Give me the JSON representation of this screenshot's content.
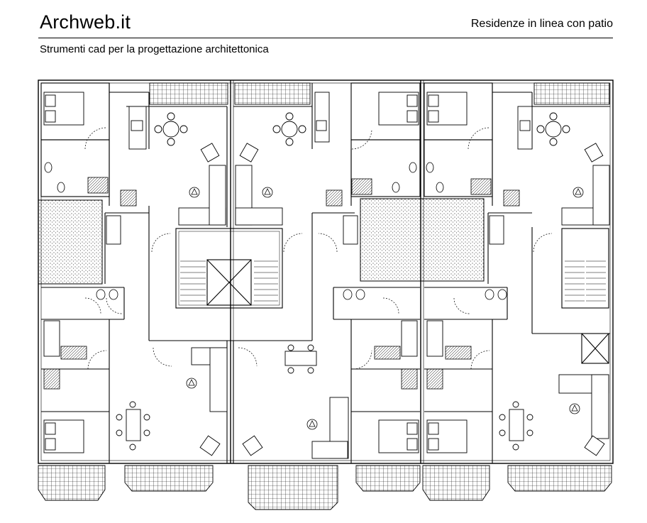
{
  "header": {
    "brand": "Archweb.it",
    "title": "Residenze in linea con patio",
    "subtitle": "Strumenti cad per la progettazione architettonica"
  },
  "plan": {
    "description_rooms": [
      "bedroom",
      "kitchen",
      "bathroom",
      "living",
      "patio",
      "stair",
      "elevator",
      "balcony"
    ],
    "line_color": "#000000",
    "background_color": "#ffffff"
  }
}
